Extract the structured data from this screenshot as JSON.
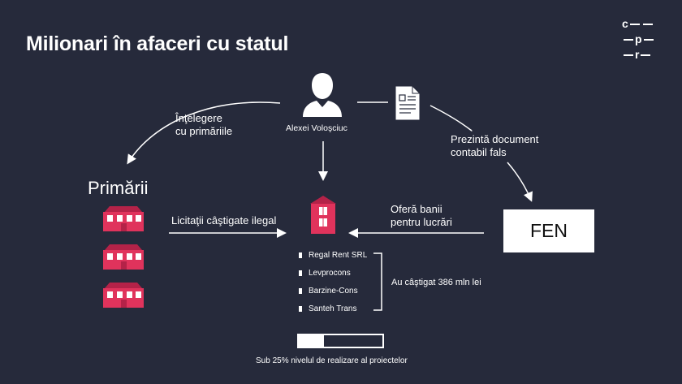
{
  "title": "Milionari în afaceri cu statul",
  "logo": {
    "row1": "c",
    "row2": "p",
    "row3": "r"
  },
  "person": {
    "name": "Alexei Voloşciuc"
  },
  "labels": {
    "agreement_line1": "Înţelegere",
    "agreement_line2": "cu primăriile",
    "fake_doc_line1": "Prezintă document",
    "fake_doc_line2": "contabil fals",
    "primarii": "Primării",
    "tenders": "Licitaţii câştigate ilegal",
    "money_line1": "Oferă banii",
    "money_line2": "pentru lucrări",
    "fen": "FEN",
    "won": "Au câştigat 386 mln lei"
  },
  "companies": [
    "Regal Rent SRL",
    "Levprocons",
    "Barzine-Cons",
    "Santeh Trans"
  ],
  "progress": {
    "fraction": 0.3,
    "caption": "Sub 25% nivelul de realizare al proiectelor"
  },
  "colors": {
    "background": "#262a3b",
    "house": "#e0335c",
    "house_dark": "#b42248"
  }
}
